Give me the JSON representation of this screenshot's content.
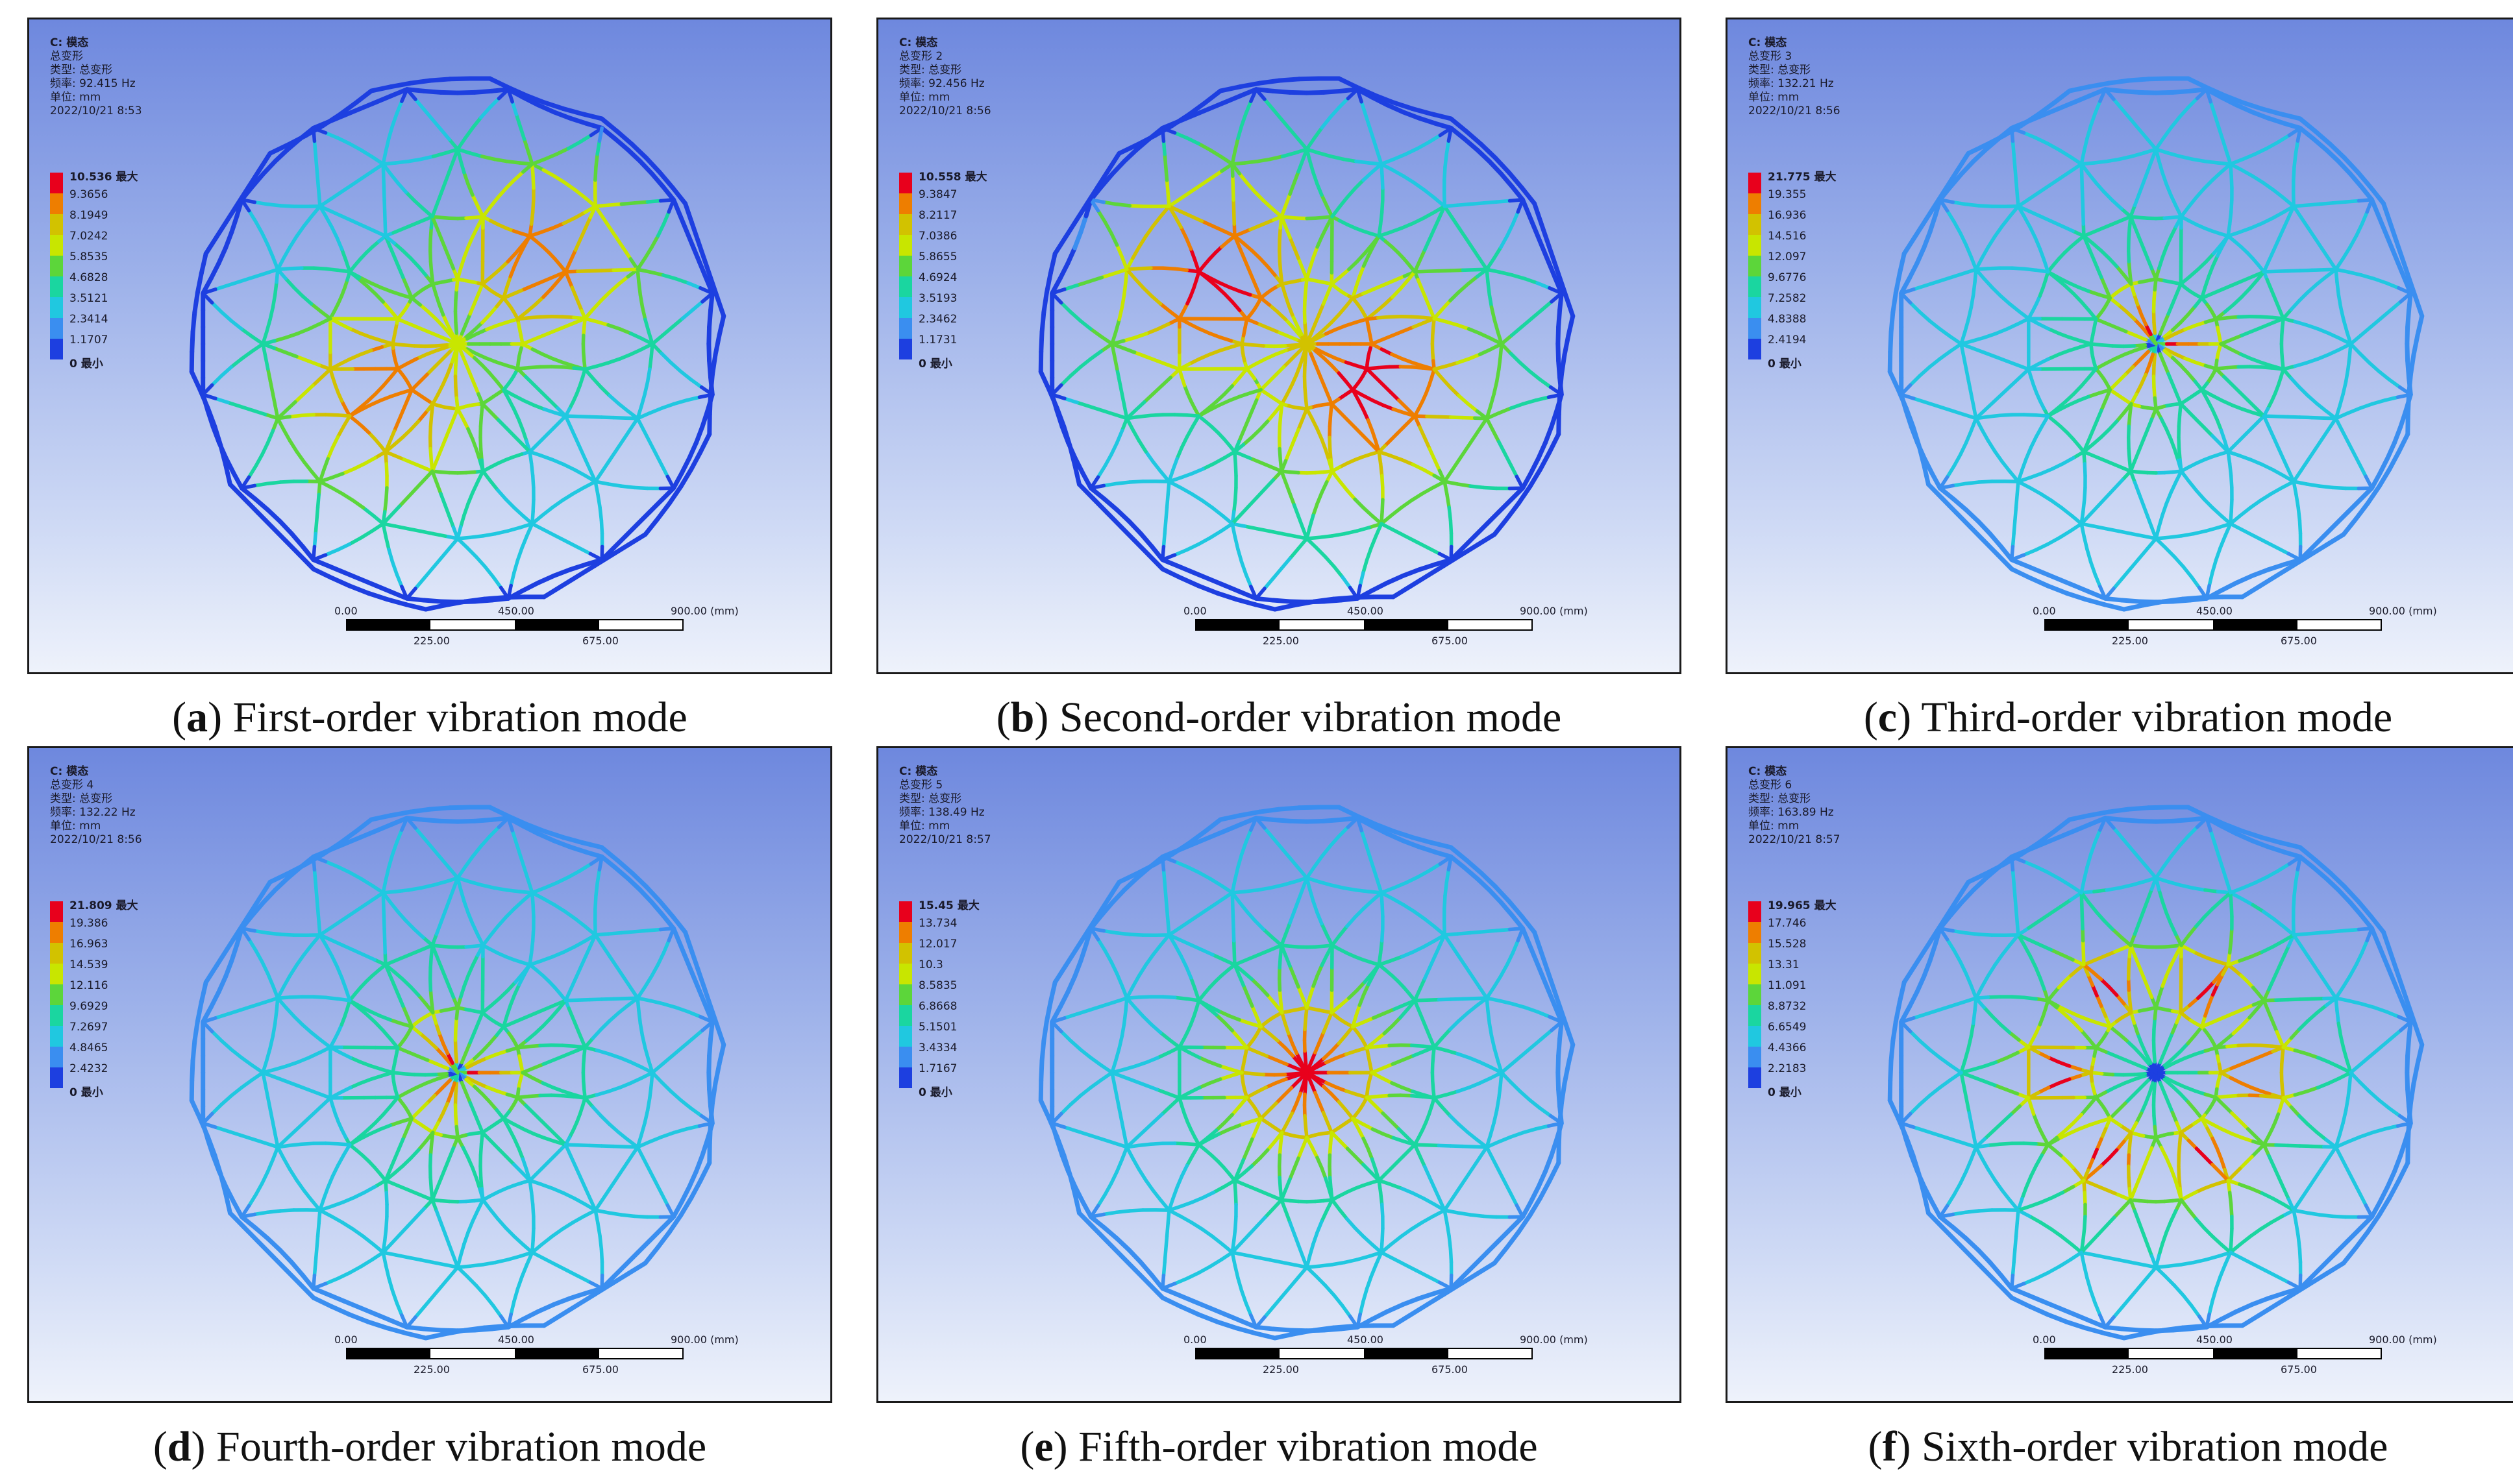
{
  "panels": [
    {
      "id": "a",
      "header": [
        "C: 模态",
        "总变形",
        "类型: 总变形",
        "频率: 92.415   Hz",
        "单位: mm",
        "2022/10/21 8:53"
      ],
      "legend": [
        "10.536 最大",
        "9.3656",
        "8.1949",
        "7.0242",
        "5.8535",
        "4.6828",
        "3.5121",
        "2.3414",
        "1.1707",
        "0 最小"
      ],
      "scale_top": [
        "0.00",
        "450.00",
        "900.00 (mm)"
      ],
      "scale_bottom": [
        "225.00",
        "675.00"
      ],
      "caption_letter": "a",
      "caption_text": " First-order vibration mode",
      "mode": "first"
    },
    {
      "id": "b",
      "header": [
        "C: 模态",
        "总变形 2",
        "类型: 总变形",
        "频率: 92.456   Hz",
        "单位: mm",
        "2022/10/21 8:56"
      ],
      "legend": [
        "10.558 最大",
        "9.3847",
        "8.2117",
        "7.0386",
        "5.8655",
        "4.6924",
        "3.5193",
        "2.3462",
        "1.1731",
        "0 最小"
      ],
      "scale_top": [
        "0.00",
        "450.00",
        "900.00 (mm)"
      ],
      "scale_bottom": [
        "225.00",
        "675.00"
      ],
      "caption_letter": "b",
      "caption_text": " Second-order vibration mode",
      "mode": "second"
    },
    {
      "id": "c",
      "header": [
        "C: 模态",
        "总变形 3",
        "类型: 总变形",
        "频率: 132.21   Hz",
        "单位: mm",
        "2022/10/21 8:56"
      ],
      "legend": [
        "21.775 最大",
        "19.355",
        "16.936",
        "14.516",
        "12.097",
        "9.6776",
        "7.2582",
        "4.8388",
        "2.4194",
        "0 最小"
      ],
      "scale_top": [
        "0.00",
        "450.00",
        "900.00 (mm)"
      ],
      "scale_bottom": [
        "225.00",
        "675.00"
      ],
      "caption_letter": "c",
      "caption_text": " Third-order vibration mode",
      "mode": "local"
    },
    {
      "id": "d",
      "header": [
        "C: 模态",
        "总变形 4",
        "类型: 总变形",
        "频率: 132.22   Hz",
        "单位: mm",
        "2022/10/21 8:56"
      ],
      "legend": [
        "21.809 最大",
        "19.386",
        "16.963",
        "14.539",
        "12.116",
        "9.6929",
        "7.2697",
        "4.8465",
        "2.4232",
        "0 最小"
      ],
      "scale_top": [
        "0.00",
        "450.00",
        "900.00 (mm)"
      ],
      "scale_bottom": [
        "225.00",
        "675.00"
      ],
      "caption_letter": "d",
      "caption_text": " Fourth-order vibration mode",
      "mode": "local"
    },
    {
      "id": "e",
      "header": [
        "C: 模态",
        "总变形 5",
        "类型: 总变形",
        "频率: 138.49   Hz",
        "单位: mm",
        "2022/10/21 8:57"
      ],
      "legend": [
        "15.45 最大",
        "13.734",
        "12.017",
        "10.3",
        "8.5835",
        "6.8668",
        "5.1501",
        "3.4334",
        "1.7167",
        "0 最小"
      ],
      "scale_top": [
        "0.00",
        "450.00",
        "900.00 (mm)"
      ],
      "scale_bottom": [
        "225.00",
        "675.00"
      ],
      "caption_letter": "e",
      "caption_text": " Fifth-order vibration mode",
      "mode": "center"
    },
    {
      "id": "f",
      "header": [
        "C: 模态",
        "总变形 6",
        "类型: 总变形",
        "频率: 163.89   Hz",
        "单位: mm",
        "2022/10/21 8:57"
      ],
      "legend": [
        "19.965 最大",
        "17.746",
        "15.528",
        "13.31",
        "11.091",
        "8.8732",
        "6.6549",
        "4.4366",
        "2.2183",
        "0 最小"
      ],
      "scale_top": [
        "0.00",
        "450.00",
        "900.00 (mm)"
      ],
      "scale_bottom": [
        "225.00",
        "675.00"
      ],
      "caption_letter": "f",
      "caption_text": " Sixth-order vibration mode",
      "mode": "ring"
    }
  ],
  "colormap": [
    "#e8001c",
    "#ee7e00",
    "#d2c200",
    "#c8e600",
    "#5cd63a",
    "#1ad6a0",
    "#20c8e0",
    "#3a8ef0",
    "#1d3fe0",
    "#0a10b4"
  ]
}
